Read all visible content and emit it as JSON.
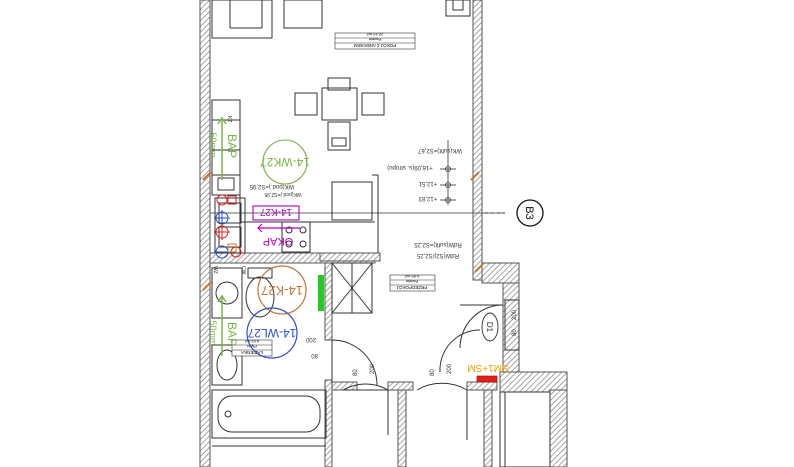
{
  "colors": {
    "wall": "#808080",
    "line": "#333333",
    "green": "#7ab648",
    "brown": "#c87533",
    "blue": "#2a4fd8",
    "magenta": "#b000c0",
    "red": "#e0201a",
    "orange": "#f5a000",
    "bright_green": "#22cc22"
  },
  "room_label_top": {
    "line1": "POKÓJ Z ANEKSEM",
    "line2": "Panele",
    "line3": "22.15 m2"
  },
  "room_label_hall": {
    "line1": "PRZEDPOKÓJ",
    "line2": "Panele",
    "line3": "6.85 m2"
  },
  "room_label_bath": {
    "line1": "ŁAZIENKA",
    "line2": "Płytki",
    "line3": "4.02 m2"
  },
  "elevation_marks": {
    "wk": "WK(sufit)=S2,67",
    "wkpod": "WK(pod.)=S2,95",
    "rdw": "RdW(sufit)=S2,25",
    "rdw2": "RdW(S2)/S2,25",
    "e1": "+16,09(s. stropu)",
    "e2": "+12,51",
    "e3": "+12,83"
  },
  "tags": {
    "wk27": "14-WK27",
    "k27": "14-K27",
    "wl27": "14-WL27",
    "okap": "OKAP",
    "top_magenta": "14-K27",
    "sm": "SM1+SM",
    "grid_b3": "B3",
    "d1": "D1"
  },
  "bap_labels": {
    "bap_upper": "BAP",
    "bap_upper_sub": "50mm",
    "bap_lower": "BAP",
    "bap_lower_sub": "50mm"
  },
  "dimensions": {
    "d200a": "200",
    "d80a": "80",
    "d80b": "80",
    "d200b": "200",
    "d80c": "80",
    "d200c": "200",
    "d200d": "200",
    "d80d": "80"
  },
  "small_texts": {
    "kz": "KZ",
    "wz": "WZ",
    "cw": "CW"
  }
}
